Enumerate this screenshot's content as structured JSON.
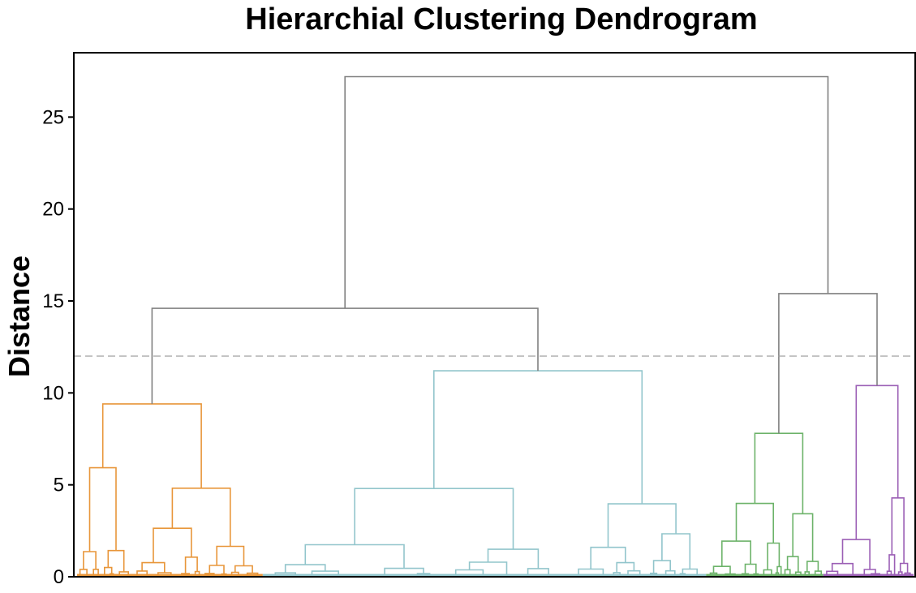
{
  "chart_data": {
    "type": "dendrogram",
    "title": "Hierarchial Clustering Dendrogram",
    "xlabel": "",
    "ylabel": "Distance",
    "ylim": [
      0,
      28.5
    ],
    "yticks": [
      0,
      5,
      10,
      15,
      20,
      25
    ],
    "x_tick_labels_shown": false,
    "grid": false,
    "legend": "none",
    "cut_height": 12,
    "colors": {
      "above_cut": "#808080",
      "cut_line": "#a0a0a0",
      "clusters": [
        "#e8963a",
        "#92c5cc",
        "#6db36a",
        "#9b5fb5"
      ]
    },
    "clusters": [
      {
        "color_index": 0,
        "leaf_start": 0.0,
        "leaf_end": 0.222,
        "root_height": 9.4
      },
      {
        "color_index": 1,
        "leaf_start": 0.222,
        "leaf_end": 0.752,
        "root_height": 11.2
      },
      {
        "color_index": 2,
        "leaf_start": 0.752,
        "leaf_end": 0.892,
        "root_height": 7.8
      },
      {
        "color_index": 3,
        "leaf_start": 0.892,
        "leaf_end": 1.0,
        "root_height": 10.4
      }
    ],
    "upper_merges": [
      {
        "name": "clusters-1-2",
        "children": [
          "cluster-1",
          "cluster-2"
        ],
        "height": 14.6
      },
      {
        "name": "clusters-3-4",
        "children": [
          "cluster-3",
          "cluster-4"
        ],
        "height": 15.4
      },
      {
        "name": "root",
        "children": [
          "clusters-1-2",
          "clusters-3-4"
        ],
        "height": 27.2
      }
    ]
  }
}
